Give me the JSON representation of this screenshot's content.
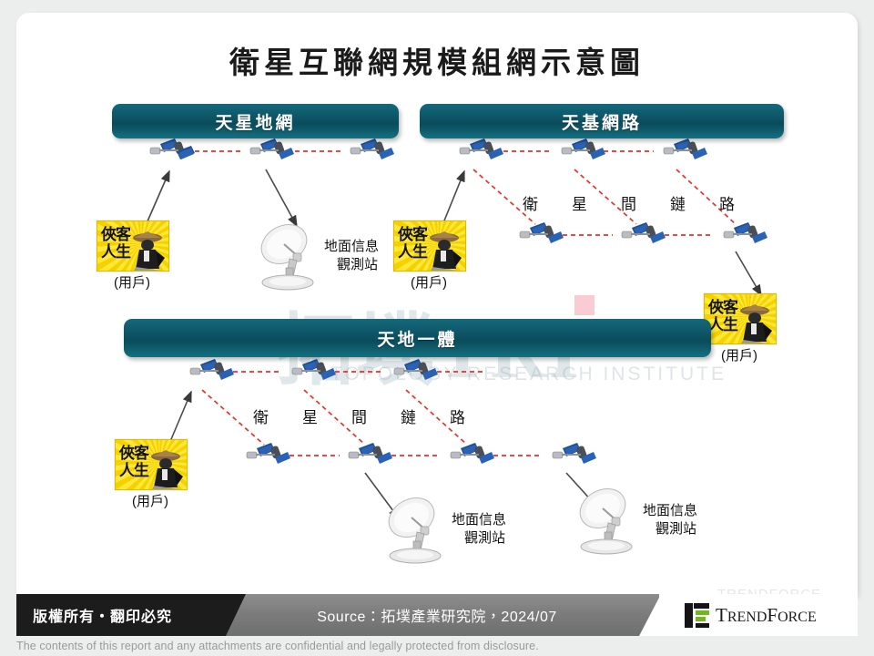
{
  "slide": {
    "title": "衛星互聯網規模組網示意圖",
    "background_color": "#eceded",
    "card_color": "#ffffff"
  },
  "watermark": {
    "main": "拓墣TRI",
    "sub": "TOPOLOGY RESEARCH INSTITUTE",
    "faint_logo": "TRENDFORCE",
    "accent_color": "#f4a0af"
  },
  "sections": [
    {
      "id": "tianxing-dinwang",
      "label": "天星地網",
      "color": "#0c5263"
    },
    {
      "id": "tianji-wanglu",
      "label": "天基網路",
      "color": "#0c5263"
    },
    {
      "id": "tiandi-yiti",
      "label": "天地一體",
      "color": "#0c5263"
    }
  ],
  "labels": {
    "user": "(用戶)",
    "user_box_text_line1": "俠客",
    "user_box_text_line2": "人生",
    "station_line1": "地面信息",
    "station_line2": "觀測站",
    "inter_satellite_link": [
      "衛",
      "星",
      "間",
      "鏈",
      "路"
    ]
  },
  "users": [
    {
      "id": "user-tianxing",
      "label": "(用戶)"
    },
    {
      "id": "user-tianji-left",
      "label": "(用戶)"
    },
    {
      "id": "user-tianji-right",
      "label": "(用戶)"
    },
    {
      "id": "user-tiandi",
      "label": "(用戶)"
    }
  ],
  "stations": [
    {
      "id": "station-tianxing",
      "line1": "地面信息",
      "line2": "觀測站"
    },
    {
      "id": "station-tiandi-left",
      "line1": "地面信息",
      "line2": "觀測站"
    },
    {
      "id": "station-tiandi-right",
      "line1": "地面信息",
      "line2": "觀測站"
    }
  ],
  "footer": {
    "copyright": "版權所有・翻印必究",
    "source": "Source：拓墣產業研究院，2024/07",
    "brand": "TrendForce",
    "brand_upper": "T",
    "brand_rest": "REND",
    "brand_f": "F",
    "brand_orce": "ORCE",
    "disclaimer": "The contents of this report and any attachments are confidential and legally protected from disclosure."
  }
}
